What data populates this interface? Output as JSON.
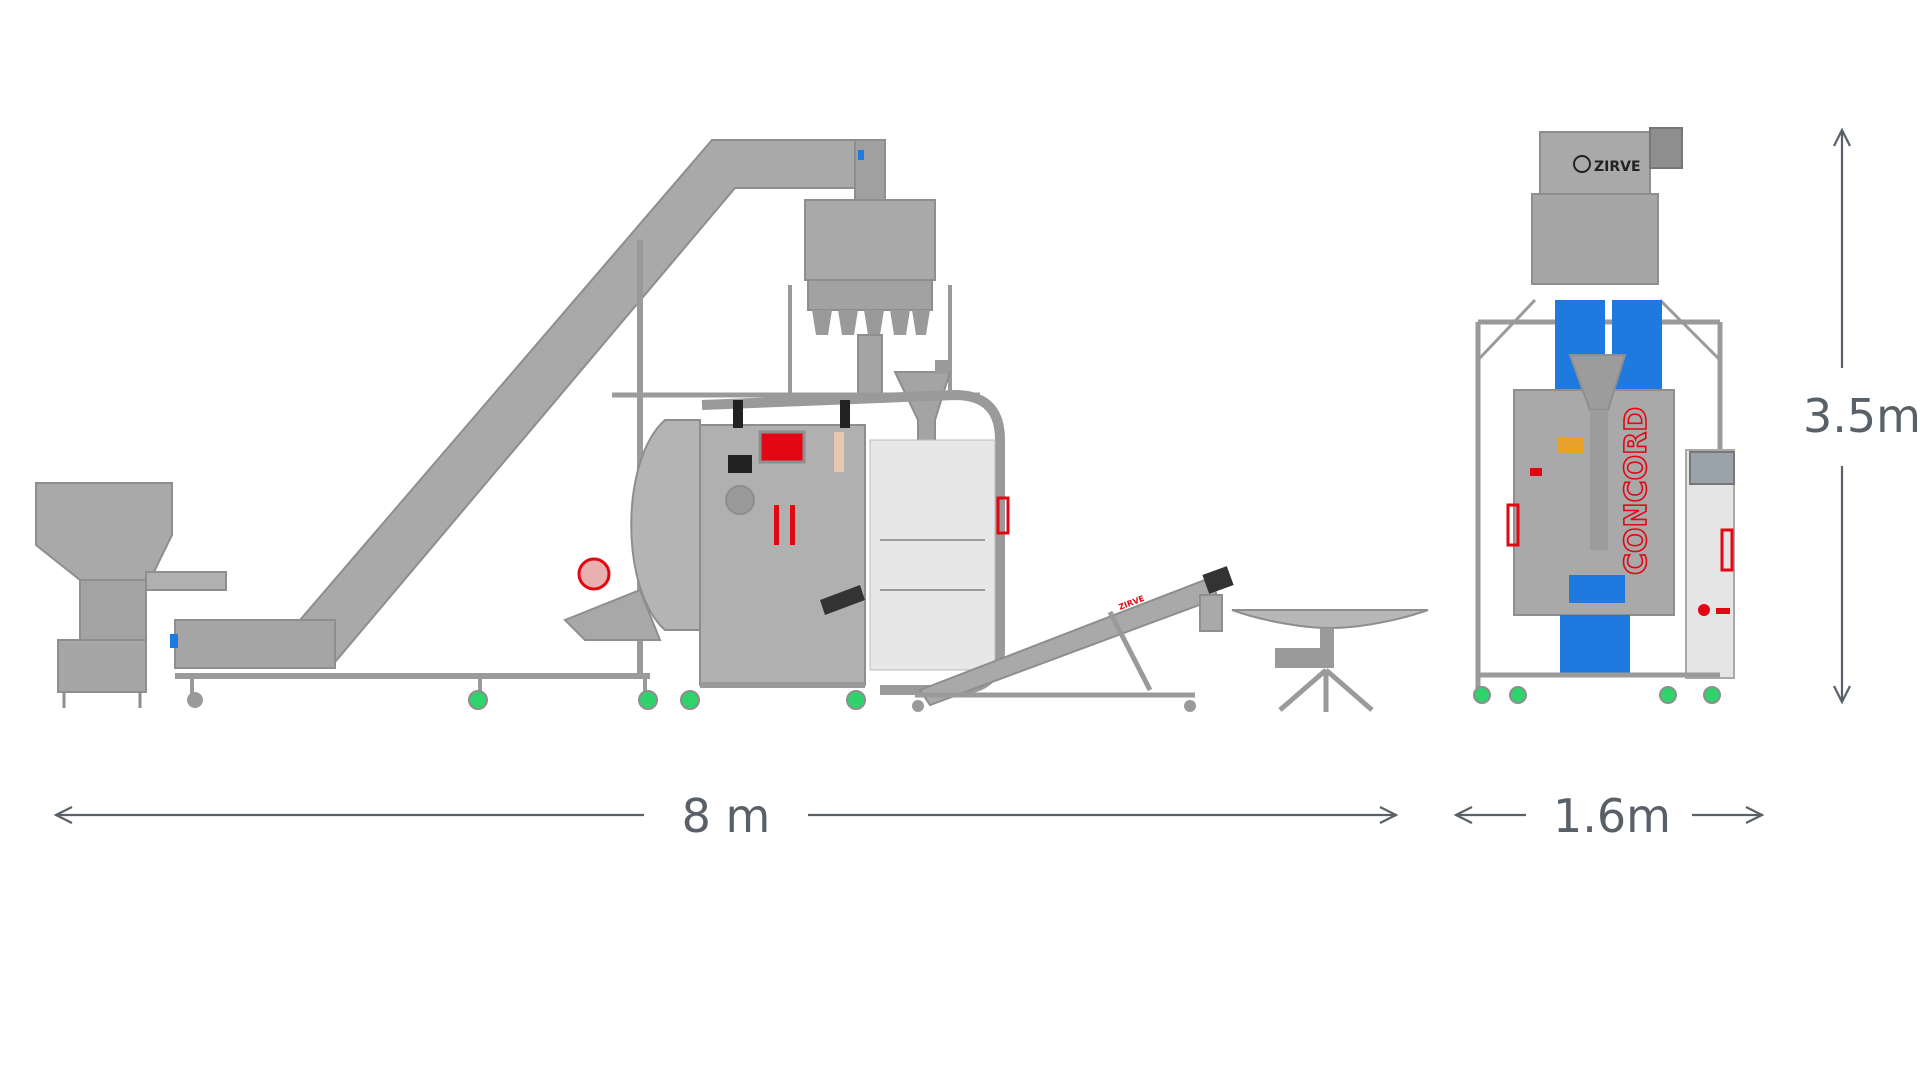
{
  "dimensions": {
    "length_label": "8 m",
    "width_label": "1.6m",
    "height_label": "3.5m"
  },
  "branding": {
    "logo_text": "ZIRVE",
    "side_panel_text": "CONCORD",
    "conveyor_text": "ZIRVE"
  },
  "colors": {
    "machine_gray": "#a9a9a9",
    "machine_dark": "#8e8e8e",
    "accent_red": "#e30613",
    "accent_blue": "#1f7ae0",
    "wheel_green": "#2fd36b",
    "dimension_line": "#5a6068"
  }
}
